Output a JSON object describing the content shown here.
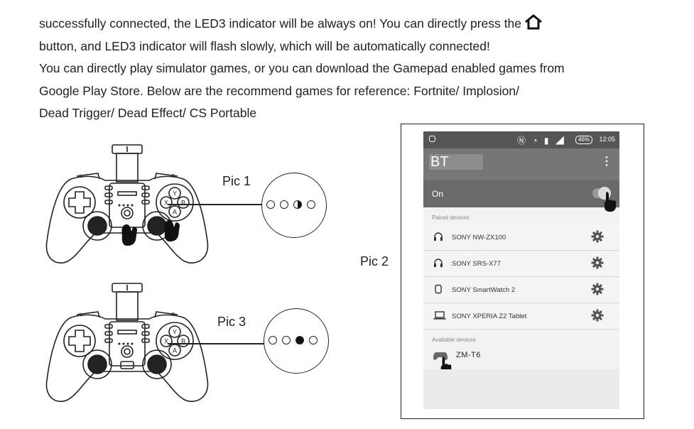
{
  "instructions": {
    "line1": "successfully connected, the LED3 indicator will be always on! You can directly press the",
    "line2": "button, and LED3 indicator will flash slowly, which will be automatically connected!",
    "line3": "You can directly play simulator games, or you can download the Gamepad enabled games from",
    "line4": "Google Play Store. Below are the recommend games for reference: Fortnite/ Implosion/",
    "line5": "Dead Trigger/ Dead Effect/ CS Portable",
    "home_icon": "home-icon"
  },
  "pic1": {
    "label": "Pic 1",
    "leds": [
      "off",
      "off",
      "half",
      "off"
    ],
    "buttons": {
      "y": "Y",
      "x": "X",
      "b": "B",
      "a": "A",
      "l": "L",
      "r": "R"
    }
  },
  "pic3": {
    "label": "Pic 3",
    "leds": [
      "off",
      "off",
      "full",
      "off"
    ],
    "buttons": {
      "y": "Y",
      "x": "X",
      "b": "B",
      "a": "A",
      "l": "L",
      "r": "R"
    }
  },
  "pic2": {
    "label": "Pic 2",
    "status_bar": {
      "battery": "46%",
      "time": "12:05"
    },
    "app_title": "BT",
    "toggle_label": "On",
    "paired_header": "Paired devices",
    "paired_devices": [
      {
        "name": "SONY NW-ZX100",
        "icon": "headphones-icon"
      },
      {
        "name": "SONY SRS-X77",
        "icon": "headphones-icon"
      },
      {
        "name": "SONY SmartWatch 2",
        "icon": "watch-icon"
      },
      {
        "name": "SONY XPERIA Z2 Tablet",
        "icon": "laptop-icon"
      }
    ],
    "available_header": "Available devices",
    "available_devices": [
      {
        "name": "ZM-T6",
        "icon": "gamepad-icon"
      }
    ]
  },
  "colors": {
    "ink": "#222222",
    "appbar": "#767676",
    "onbar": "#6a6a6a",
    "statusbar": "#555555"
  }
}
